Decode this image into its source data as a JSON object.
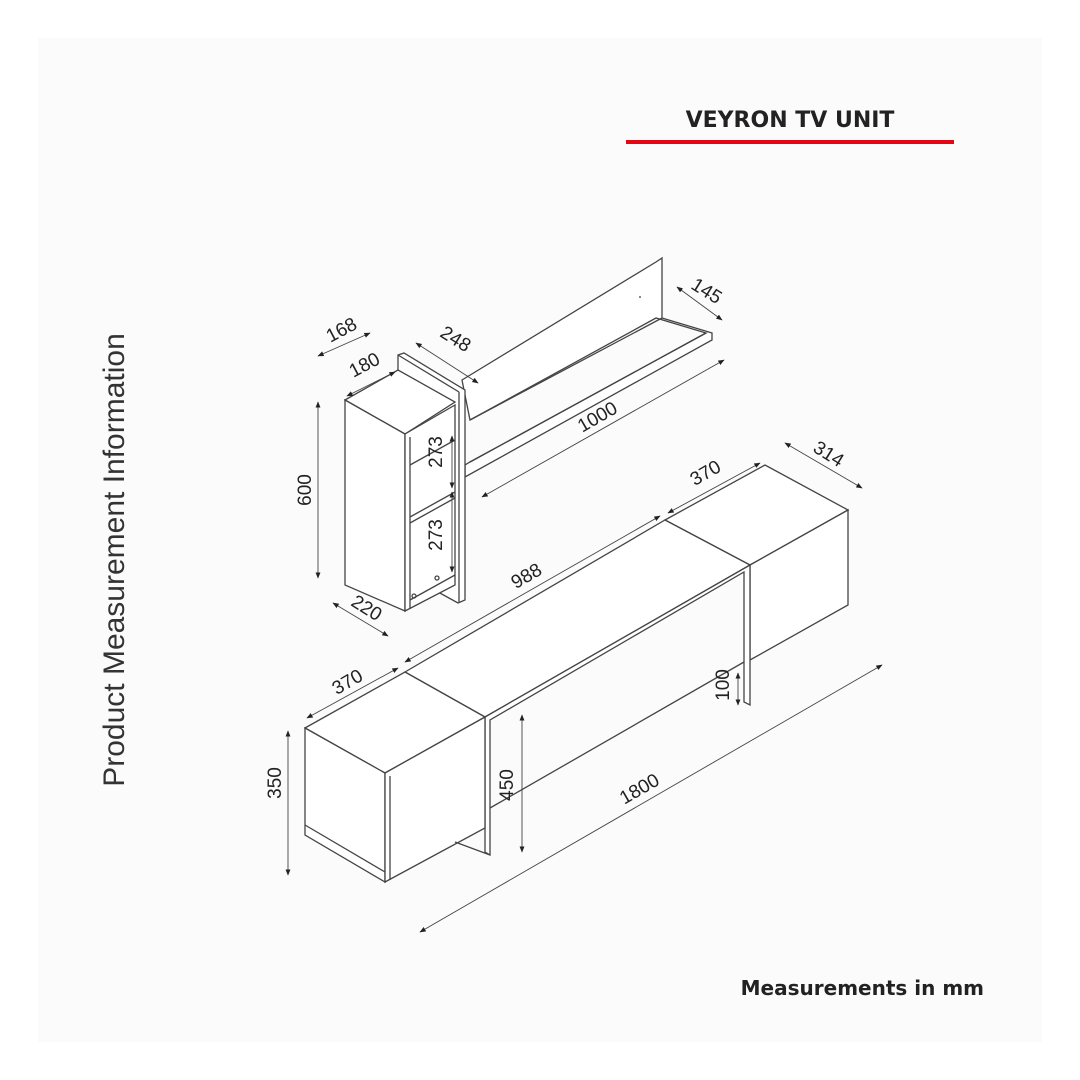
{
  "title": "VEYRON TV UNIT",
  "side_label": "Product Measurement Information",
  "units_note": "Measurements in mm",
  "colors": {
    "accent_rule": "#e30613",
    "line": "#444444"
  },
  "dimensions": {
    "wall_shelf_depth_top": "168",
    "wall_box_width": "180",
    "wall_panel_offset": "248",
    "shelf_depth": "145",
    "shelf_length": "1000",
    "wall_box_height": "600",
    "compartment_upper": "273",
    "compartment_lower": "273",
    "wall_box_depth": "220",
    "left_cube_width": "370",
    "middle_board_length": "988",
    "right_cube_width": "370",
    "unit_depth": "314",
    "cube_height": "350",
    "panel_height": "450",
    "leg_offset": "100",
    "total_length": "1800"
  }
}
